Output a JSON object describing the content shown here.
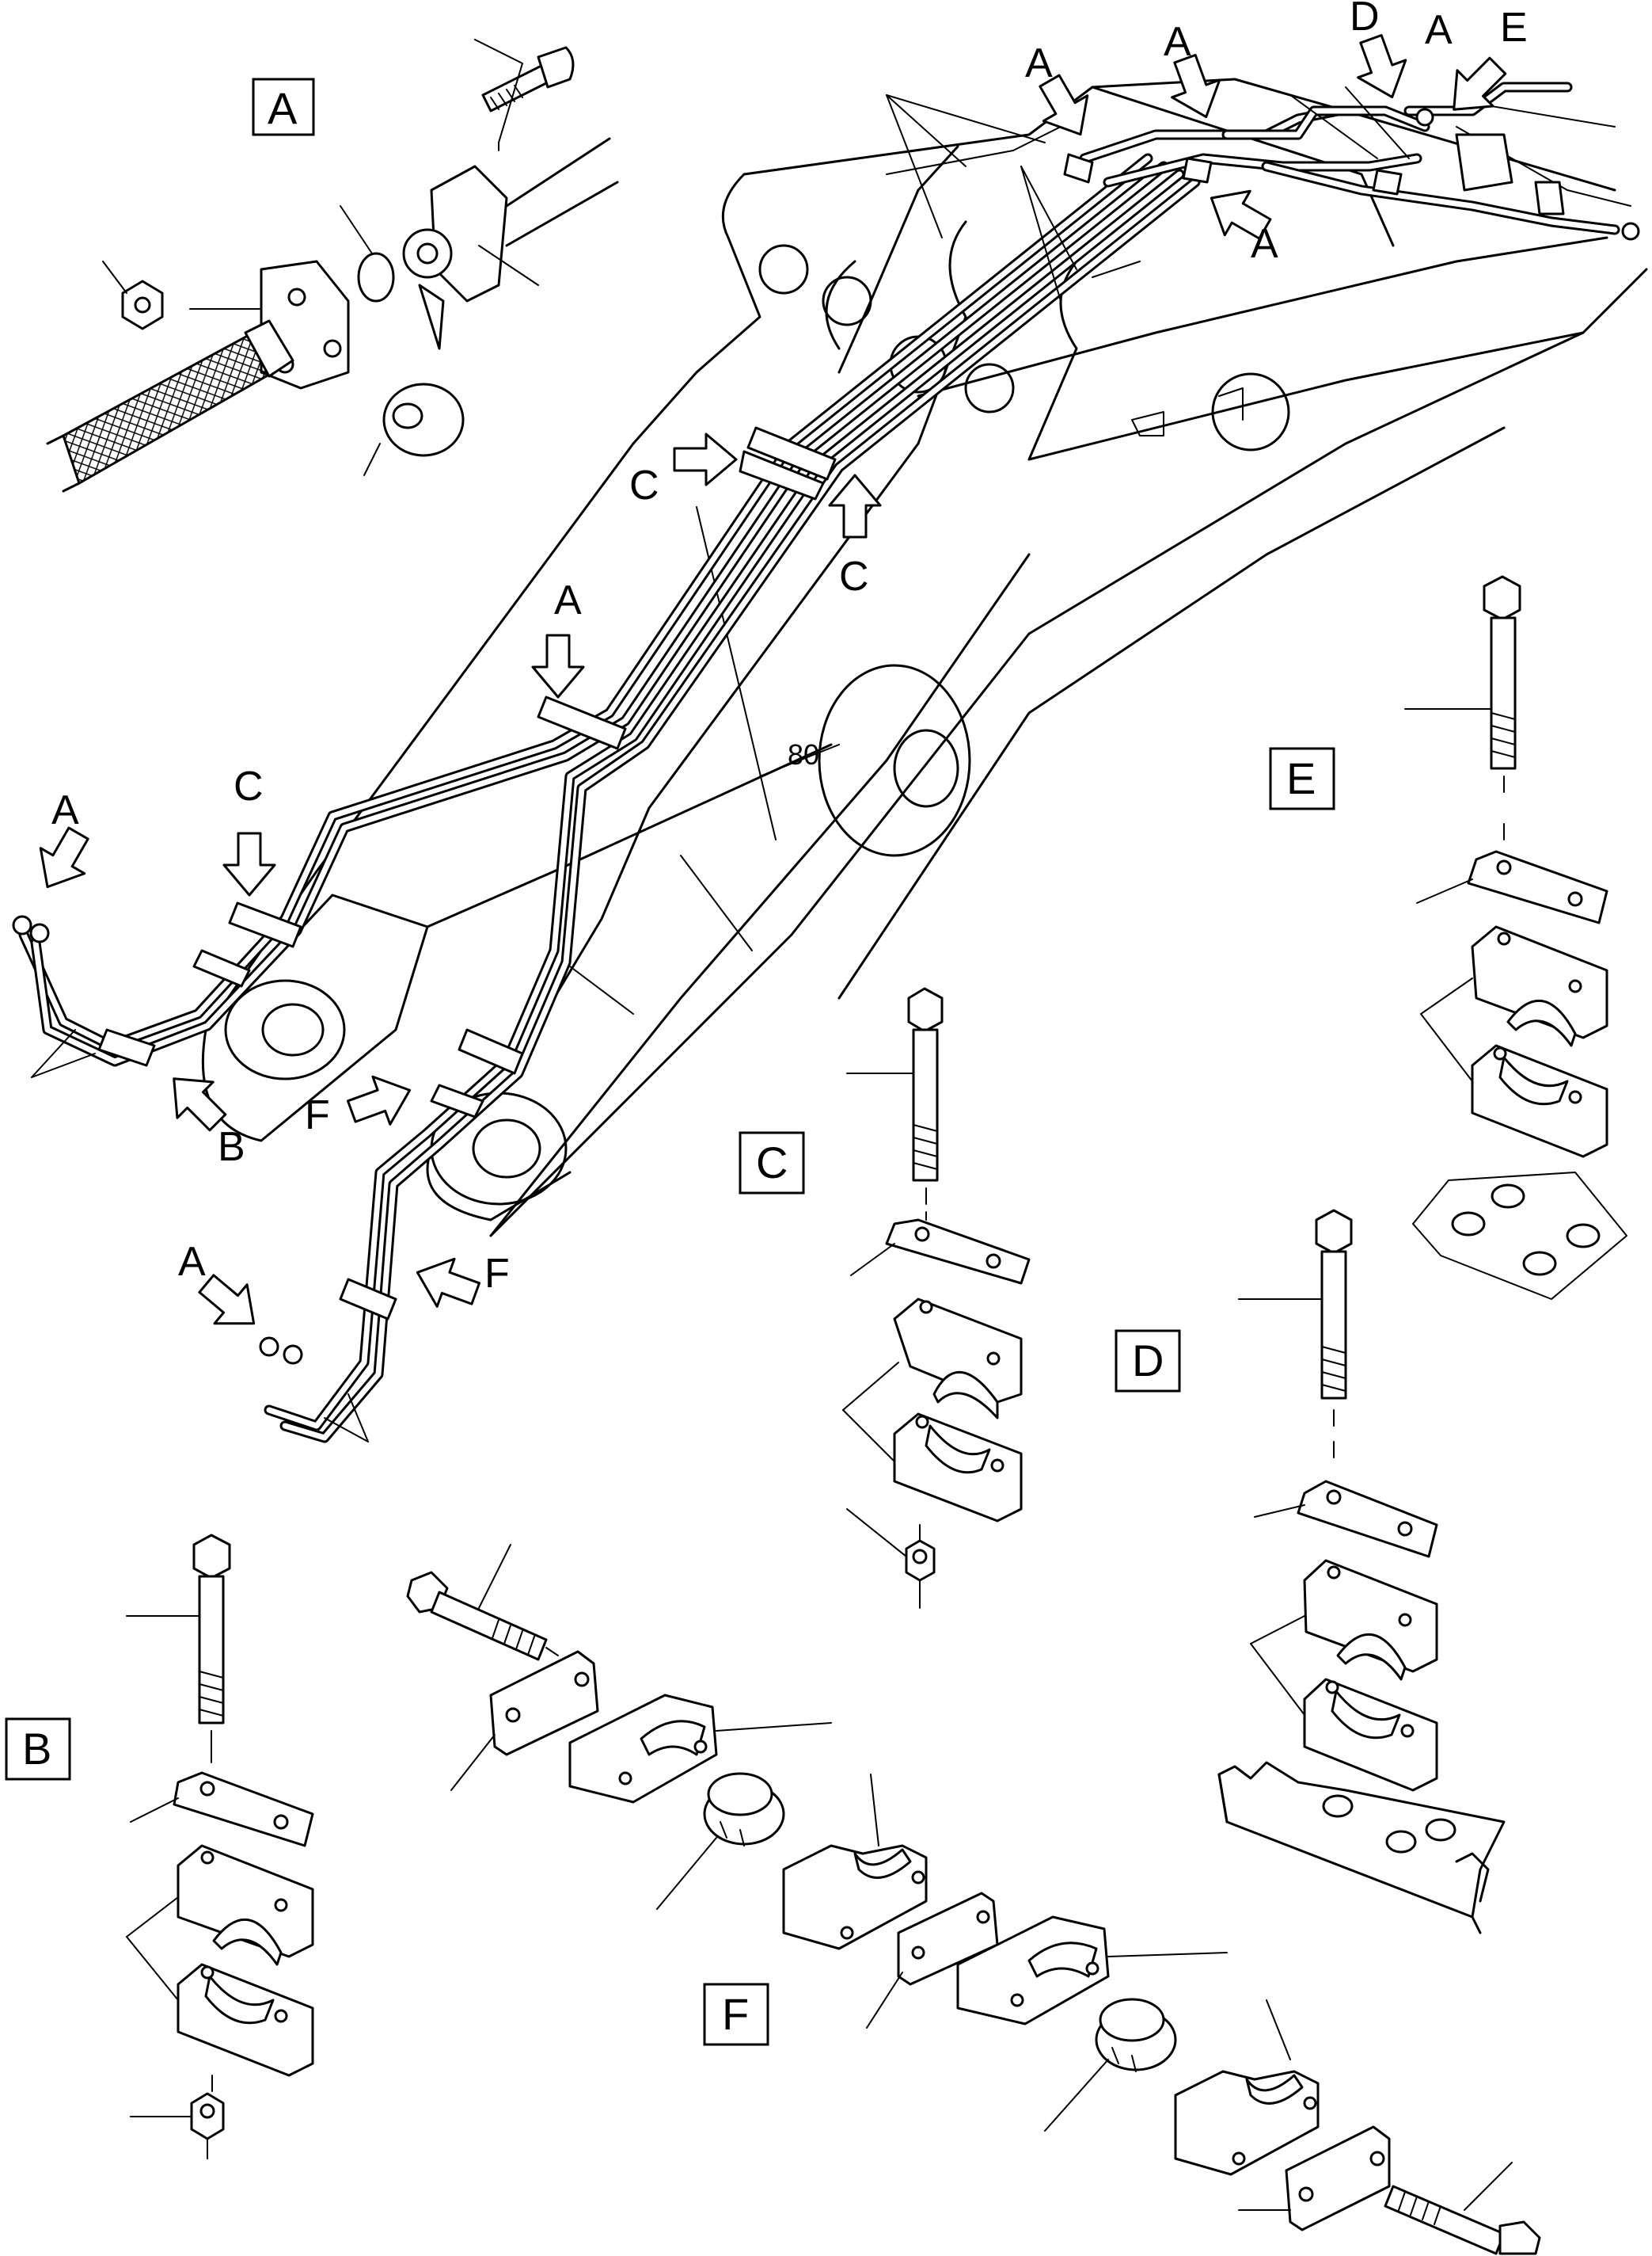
{
  "boxes": {
    "A": "A",
    "B": "B",
    "C": "C",
    "D": "D",
    "E": "E",
    "F": "F"
  },
  "callouts": [
    "A",
    "A",
    "D",
    "E",
    "A",
    "C",
    "C",
    "A",
    "C",
    "A",
    "B",
    "F",
    "A",
    "A",
    "F"
  ],
  "boom_number": "80"
}
